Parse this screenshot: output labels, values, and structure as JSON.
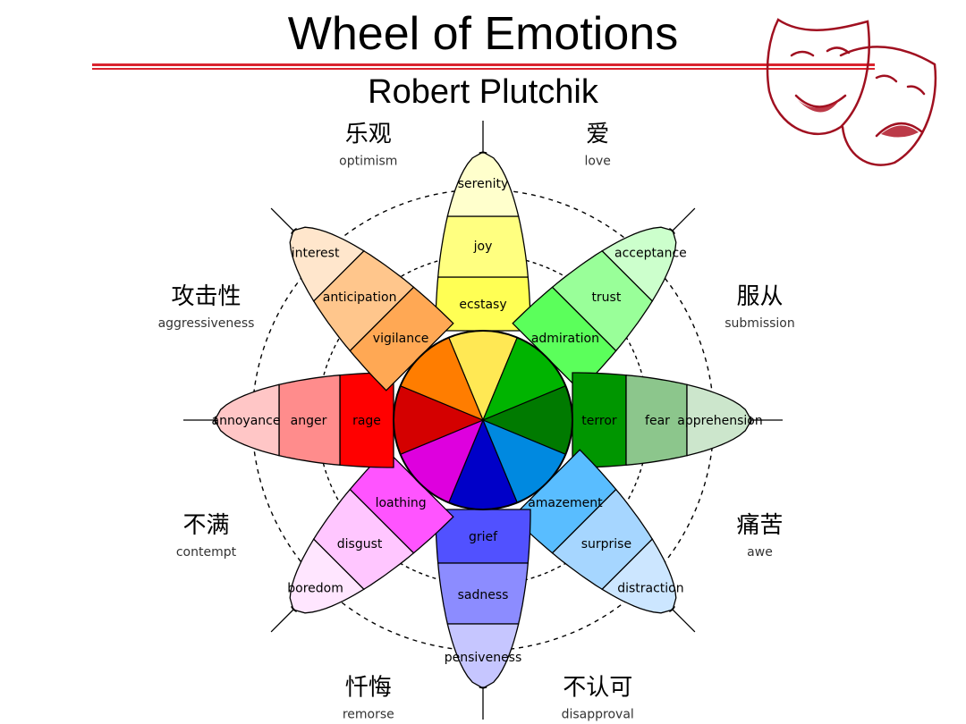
{
  "header": {
    "title": "Wheel of Emotions",
    "subtitle": "Robert Plutchik"
  },
  "logo": {
    "icon": "theater-masks-icon"
  },
  "wheel": {
    "petals": [
      {
        "outer": "serenity",
        "middle": "joy",
        "inner": "ecstasy",
        "colors": [
          "#ffffcc",
          "#ffff80",
          "#ffff54",
          "#ffe854"
        ]
      },
      {
        "outer": "acceptance",
        "middle": "trust",
        "inner": "admiration",
        "colors": [
          "#ccffcc",
          "#99ff99",
          "#5bff5b",
          "#00b400"
        ]
      },
      {
        "outer": "apprehension",
        "middle": "fear",
        "inner": "terror",
        "colors": [
          "#cce6cc",
          "#8cc68c",
          "#009600",
          "#007a00"
        ]
      },
      {
        "outer": "distraction",
        "middle": "surprise",
        "inner": "amazement",
        "colors": [
          "#cce6ff",
          "#a6d6ff",
          "#59bdff",
          "#0089e0"
        ]
      },
      {
        "outer": "pensiveness",
        "middle": "sadness",
        "inner": "grief",
        "colors": [
          "#c6c6ff",
          "#8c8cff",
          "#5151ff",
          "#0000c8"
        ]
      },
      {
        "outer": "boredom",
        "middle": "disgust",
        "inner": "loathing",
        "colors": [
          "#ffe6ff",
          "#ffc6ff",
          "#ff54ff",
          "#de00de"
        ]
      },
      {
        "outer": "annoyance",
        "middle": "anger",
        "inner": "rage",
        "colors": [
          "#ffc6c6",
          "#ff8c8c",
          "#ff0000",
          "#d40000"
        ]
      },
      {
        "outer": "interest",
        "middle": "anticipation",
        "inner": "vigilance",
        "colors": [
          "#ffe6cc",
          "#ffc68c",
          "#ffa854",
          "#ff7d00"
        ]
      }
    ],
    "dyads": [
      {
        "zh": "爱",
        "en": "love"
      },
      {
        "zh": "服从",
        "en": "submission"
      },
      {
        "zh": "痛苦",
        "en": "awe"
      },
      {
        "zh": "不认可",
        "en": "disapproval"
      },
      {
        "zh": "忏悔",
        "en": "remorse"
      },
      {
        "zh": "不满",
        "en": "contempt"
      },
      {
        "zh": "攻击性",
        "en": "aggressiveness"
      },
      {
        "zh": "乐观",
        "en": "optimism"
      }
    ]
  }
}
